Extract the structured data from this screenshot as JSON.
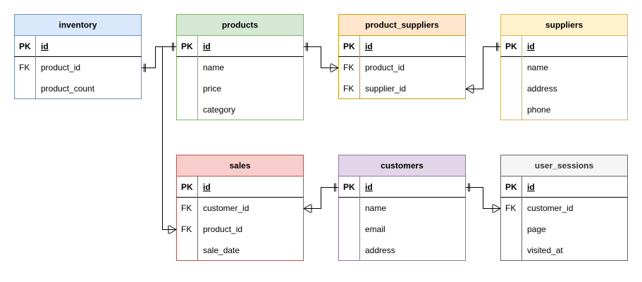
{
  "tables": [
    {
      "key": "inventory",
      "title": "inventory",
      "fill": "#dae8fc",
      "stroke": "#6c8ebf",
      "rows": [
        {
          "key": "PK",
          "name": "id"
        },
        {
          "key": "FK",
          "name": "product_id"
        },
        {
          "key": "",
          "name": "product_count"
        }
      ]
    },
    {
      "key": "products",
      "title": "products",
      "fill": "#d5e8d4",
      "stroke": "#82b366",
      "rows": [
        {
          "key": "PK",
          "name": "id"
        },
        {
          "key": "",
          "name": "name"
        },
        {
          "key": "",
          "name": "price"
        },
        {
          "key": "",
          "name": "category"
        }
      ]
    },
    {
      "key": "product_suppliers",
      "title": "product_suppliers",
      "fill": "#ffe6cc",
      "stroke": "#d79b00",
      "rows": [
        {
          "key": "PK",
          "name": "id"
        },
        {
          "key": "FK",
          "name": "product_id"
        },
        {
          "key": "FK",
          "name": "supplier_id"
        }
      ]
    },
    {
      "key": "suppliers",
      "title": "suppliers",
      "fill": "#fff2cc",
      "stroke": "#d6b656",
      "rows": [
        {
          "key": "PK",
          "name": "id"
        },
        {
          "key": "",
          "name": "name"
        },
        {
          "key": "",
          "name": "address"
        },
        {
          "key": "",
          "name": "phone"
        }
      ]
    },
    {
      "key": "sales",
      "title": "sales",
      "fill": "#f8cecc",
      "stroke": "#b85450",
      "rows": [
        {
          "key": "PK",
          "name": "id"
        },
        {
          "key": "FK",
          "name": "customer_id"
        },
        {
          "key": "FK",
          "name": "product_id"
        },
        {
          "key": "",
          "name": "sale_date"
        }
      ]
    },
    {
      "key": "customers",
      "title": "customers",
      "fill": "#e1d5e7",
      "stroke": "#9673a6",
      "rows": [
        {
          "key": "PK",
          "name": "id"
        },
        {
          "key": "",
          "name": "name"
        },
        {
          "key": "",
          "name": "email"
        },
        {
          "key": "",
          "name": "address"
        }
      ]
    },
    {
      "key": "user_sessions",
      "title": "user_sessions",
      "fill": "#f5f5f5",
      "stroke": "#666666",
      "rows": [
        {
          "key": "PK",
          "name": "id"
        },
        {
          "key": "FK",
          "name": "customer_id"
        },
        {
          "key": "",
          "name": "page"
        },
        {
          "key": "",
          "name": "visited_at"
        }
      ]
    }
  ],
  "relationships": [
    {
      "from": "inventory.product_id",
      "to": "products.id"
    },
    {
      "from": "product_suppliers.product_id",
      "to": "products.id"
    },
    {
      "from": "product_suppliers.supplier_id",
      "to": "suppliers.id"
    },
    {
      "from": "sales.product_id",
      "to": "products.id"
    },
    {
      "from": "sales.customer_id",
      "to": "customers.id"
    },
    {
      "from": "user_sessions.customer_id",
      "to": "customers.id"
    }
  ]
}
